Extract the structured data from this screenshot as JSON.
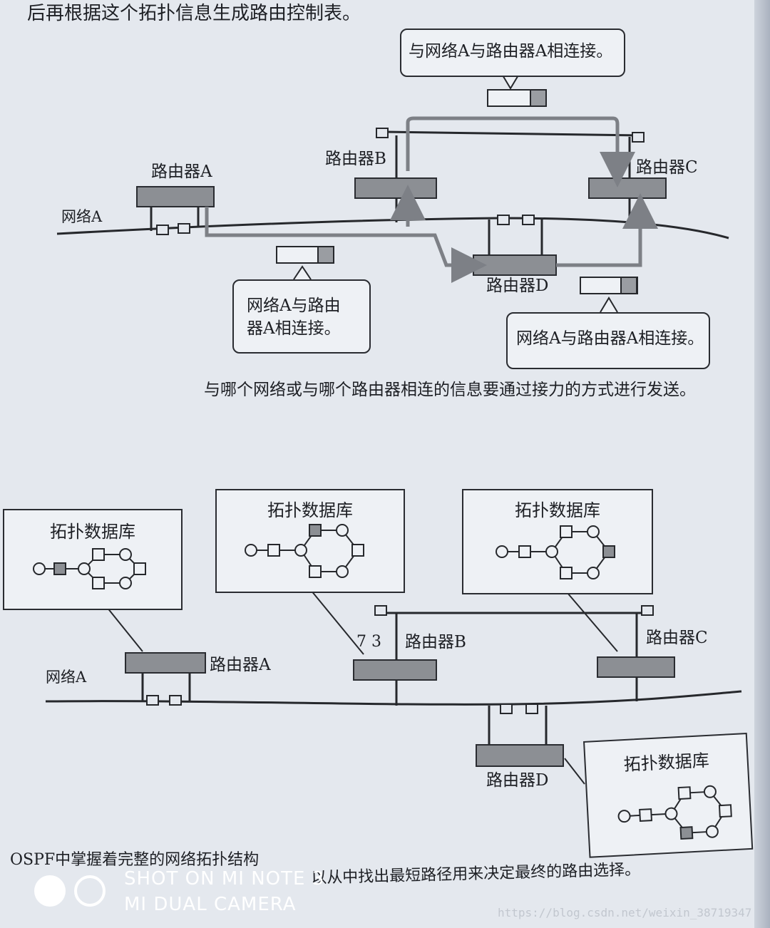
{
  "top_text": "后再根据这个拓扑信息生成路由控制表。",
  "diagram1": {
    "routers": {
      "a": "路由器A",
      "b": "路由器B",
      "c": "路由器C",
      "d": "路由器D"
    },
    "network": "网络A",
    "callout_top": "与网络A与路由器A相连接。",
    "callout_left_line1": "网络A与路由",
    "callout_left_line2": "器A相连接。",
    "callout_right": "网络A与路由器A相连接。",
    "caption": "与哪个网络或与哪个路由器相连的信息要通过接力的方式进行发送。"
  },
  "diagram2": {
    "routers": {
      "a": "路由器A",
      "b": "路由器B",
      "c": "路由器C",
      "d": "路由器D"
    },
    "network": "网络A",
    "db_title": "拓扑数据库",
    "stray_marks": "7 3"
  },
  "caption_bottom_part1": "OSPF中掌握着完整的网络拓扑结构",
  "caption_bottom_part2": "以从中找出最短路径用来决定最终的路由选择。",
  "watermark": {
    "line1": "SHOT ON MI NOTE 3",
    "line2": "MI DUAL CAMERA",
    "url": "https://blog.csdn.net/weixin_38719347"
  }
}
